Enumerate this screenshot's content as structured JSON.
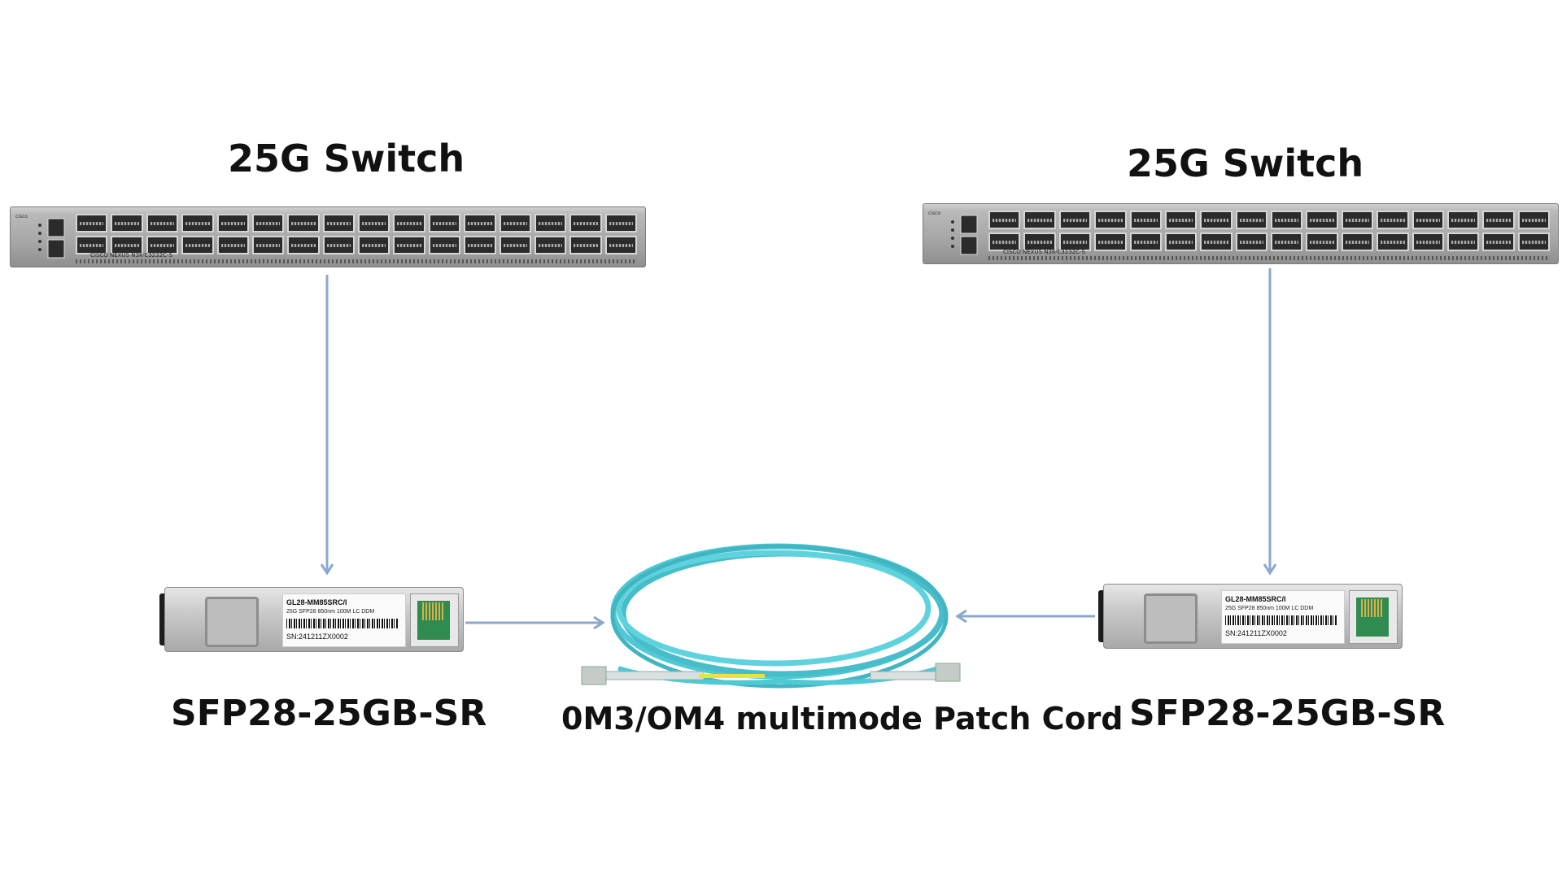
{
  "left_switch": {
    "label": "25G Switch",
    "model_text": "CISCO NEXUS N3K-C3232C-S",
    "logo": "cisco"
  },
  "right_switch": {
    "label": "25G Switch",
    "model_text": "CISCO NEXUS N3K-C3232C-S",
    "logo": "cisco"
  },
  "left_module": {
    "label": "SFP28-25GB-SR",
    "sticker_part": "GL28-MM85SRC/I",
    "sticker_desc": "25G SFP28 850nm 100M LC DDM",
    "sticker_sn": "SN:241211ZX0002"
  },
  "right_module": {
    "label": "SFP28-25GB-SR",
    "sticker_part": "GL28-MM85SRC/I",
    "sticker_desc": "25G SFP28 850nm 100M LC DDM",
    "sticker_sn": "SN:241211ZX0002"
  },
  "cable": {
    "label": "0M3/OM4 multimode Patch Cord",
    "color": "#4fc9d4"
  },
  "colors": {
    "arrow": "#8aa8cf",
    "background": "#ffffff"
  }
}
